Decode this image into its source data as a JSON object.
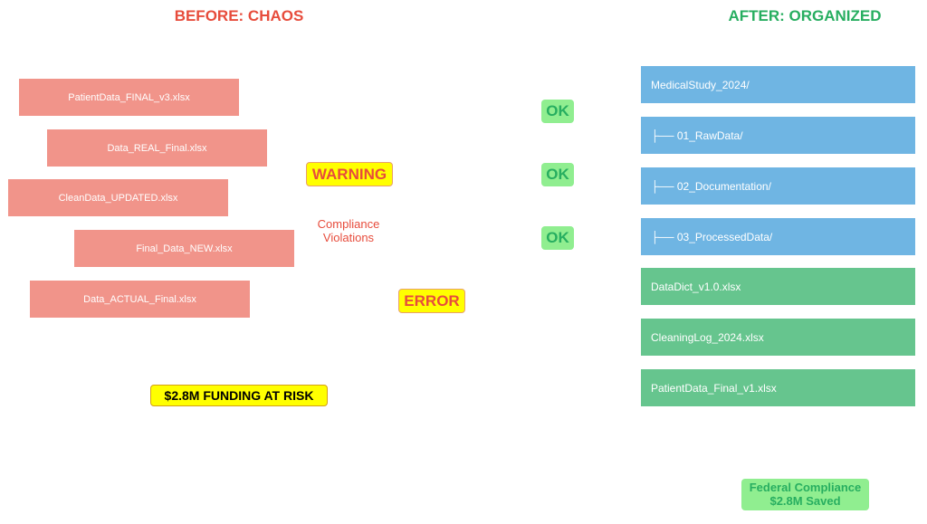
{
  "before_title": "BEFORE: CHAOS",
  "after_title": "AFTER: ORGANIZED",
  "chaos_files": [
    "PatientData_FINAL_v3.xlsx",
    "Data_REAL_Final.xlsx",
    "CleanData_UPDATED.xlsx",
    "Final_Data_NEW.xlsx",
    "Data_ACTUAL_Final.xlsx"
  ],
  "warning": "WARNING",
  "error": "ERROR",
  "violations": [
    "Compliance",
    "Violations"
  ],
  "funding": "$2.8M FUNDING AT RISK",
  "ok_labels": [
    "OK",
    "OK",
    "OK"
  ],
  "organized": [
    "MedicalStudy_2024/",
    "├── 01_RawData/",
    "├── 02_Documentation/",
    "├── 03_ProcessedData/",
    "DataDict_v1.0.xlsx",
    "CleaningLog_2024.xlsx",
    "PatientData_Final_v1.xlsx"
  ],
  "federal": [
    "Federal Compliance",
    "$2.8M Saved"
  ],
  "colors": {
    "chaos": "#f1948a",
    "folder": "#6fb5e3",
    "file": "#66c58e",
    "red": "#e74c3c",
    "green": "#27ae60"
  }
}
